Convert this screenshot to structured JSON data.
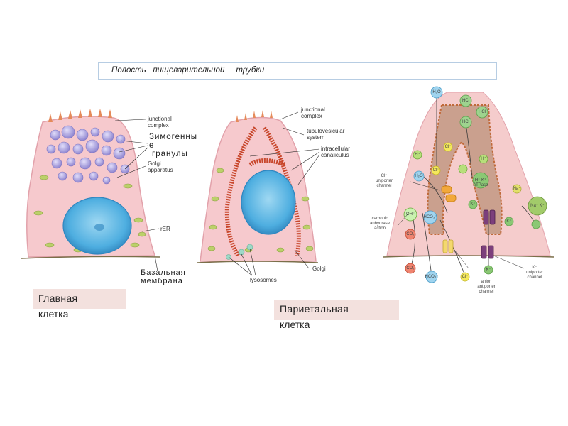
{
  "title": "Полость   пищеварительной     трубки",
  "chief_cell": {
    "name_line1": "Главная",
    "name_line2": "клетка",
    "labels": {
      "junctional_1": "junctional",
      "junctional_2": "complex",
      "zymogen_1": "Зимогенны",
      "zymogen_2": "е",
      "zymogen_3": "гранулы",
      "golgi_1": "Golgi",
      "golgi_2": "apparatus",
      "rer": "rER",
      "basal_1": "Базальная",
      "basal_2": "мембрана"
    }
  },
  "parietal_cell_middle": {
    "labels": {
      "junctional_1": "junctional",
      "junctional_2": "complex",
      "tubulo_1": "tubulovesicular",
      "tubulo_2": "system",
      "canal_1": "intracellular",
      "canal_2": "canaliculus",
      "golgi": "Golgi",
      "lysosomes": "lysosomes"
    }
  },
  "parietal_cell": {
    "name_line1": "Париетальная",
    "name_line2": "клетка",
    "labels": {
      "cl_channel_1": "Cl⁻",
      "cl_channel_2": "uniporter",
      "cl_channel_3": "channel",
      "ca_1": "carbonic",
      "ca_2": "anhydrase",
      "ca_3": "action",
      "anion_1": "anion",
      "anion_2": "antiporter",
      "anion_3": "channel",
      "k_1": "K⁺",
      "k_2": "uniporter",
      "k_3": "channel"
    },
    "ions": {
      "h2o_top": "H₂O",
      "hcl_a": "HCl",
      "hcl_b": "HCl",
      "hcl_c": "HCl",
      "h_a": "H⁺",
      "h_b": "H⁺",
      "cl_a": "Cl⁻",
      "cl_b": "Cl⁻",
      "h2o_mid": "H₂O",
      "oh": "OH⁻",
      "hco3_a": "HCO₃⁻",
      "co2_a": "CO₂",
      "co2_b": "CO₂",
      "hco3_b": "HCO₃⁻",
      "cl_c": "Cl⁻",
      "k_a": "K⁺",
      "k_b": "K⁺",
      "k_c": "K⁺",
      "na": "Na⁺",
      "nak": "Na⁺ K⁺",
      "hk_atpase": "H⁺ K⁺ ATPase"
    }
  },
  "colors": {
    "cytoplasm": "#f4c7cb",
    "nucleus": "#5ab3e0",
    "granules": "#a9a0dc",
    "mito": "#b9cf6a",
    "canaliculus": "#d05a3a"
  }
}
